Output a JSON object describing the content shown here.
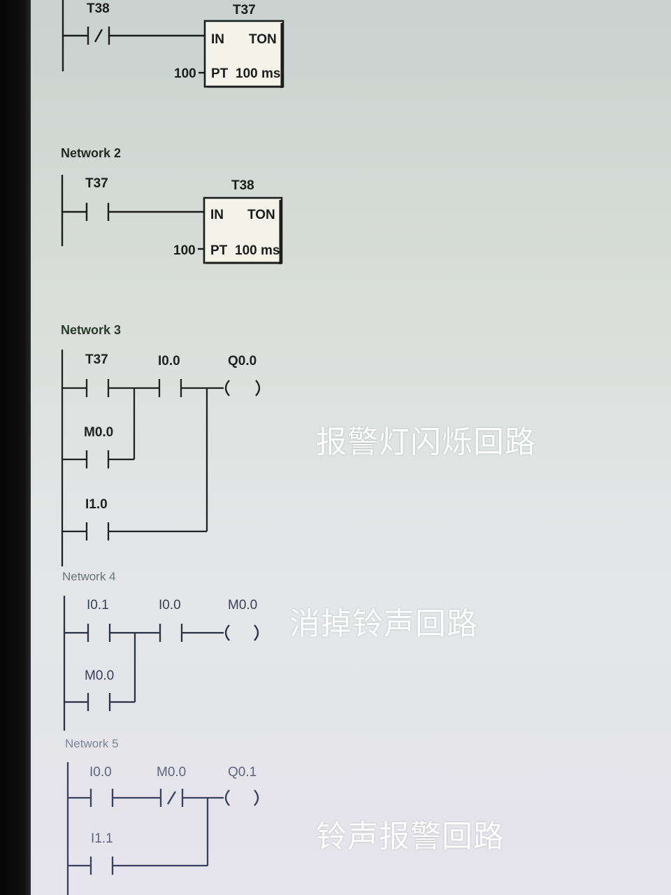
{
  "colors": {
    "ink": "#1a1d1b",
    "faint": "#5a6070",
    "annotation": "#ffffff"
  },
  "networks": {
    "n1": {
      "contact": "T38",
      "timer": {
        "name": "T37",
        "in": "IN",
        "type": "TON",
        "pt": "PT",
        "preset": "100",
        "base": "100 ms"
      }
    },
    "n2": {
      "title": "Network 2",
      "contact": "T37",
      "timer": {
        "name": "T38",
        "in": "IN",
        "type": "TON",
        "pt": "PT",
        "preset": "100",
        "base": "100 ms"
      }
    },
    "n3": {
      "title": "Network 3",
      "c1": "T37",
      "c2": "I0.0",
      "coil": "Q0.0",
      "b1": "M0.0",
      "b2": "I1.0"
    },
    "n4": {
      "title": "Network 4",
      "c1": "I0.1",
      "c2": "I0.0",
      "coil": "M0.0",
      "b1": "M0.0"
    },
    "n5": {
      "title": "Network 5",
      "c1": "I0.0",
      "c2": "M0.0",
      "coil": "Q0.1",
      "b1": "I1.1"
    }
  },
  "annotations": {
    "alarm_light": "报警灯闪烁回路",
    "cancel_bell": "消掉铃声回路",
    "bell_alarm": "铃声报警回路"
  }
}
